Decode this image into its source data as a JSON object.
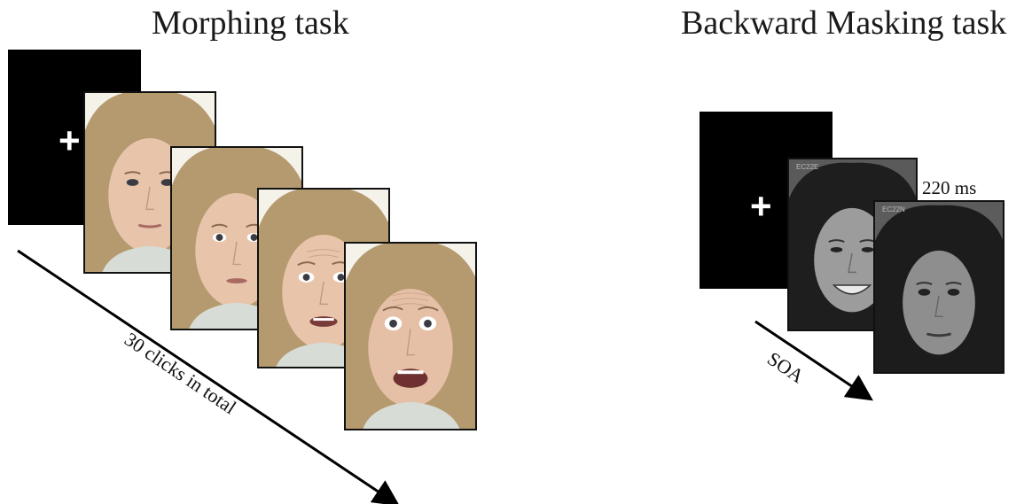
{
  "titles": {
    "morphing": "Morphing task",
    "masking": "Backward Masking task"
  },
  "morphing": {
    "fixation_symbol": "+",
    "arrow_label": "30 clicks in total",
    "faces": [
      {
        "expression": "neutral"
      },
      {
        "expression": "slight-fear"
      },
      {
        "expression": "moderate-fear"
      },
      {
        "expression": "full-fear"
      }
    ]
  },
  "masking": {
    "fixation_symbol": "+",
    "duration_label": "220 ms",
    "arrow_label": "SOA",
    "faces": [
      {
        "expression": "happy",
        "tag": "EC22E"
      },
      {
        "expression": "neutral",
        "tag": "EC22N"
      }
    ]
  },
  "colors": {
    "fixation_bg": "#000000",
    "hair_color": "#b59a70",
    "skin_color": "#e8c4aa"
  },
  "icons": [
    "fixation-cross-icon",
    "arrow-icon"
  ]
}
